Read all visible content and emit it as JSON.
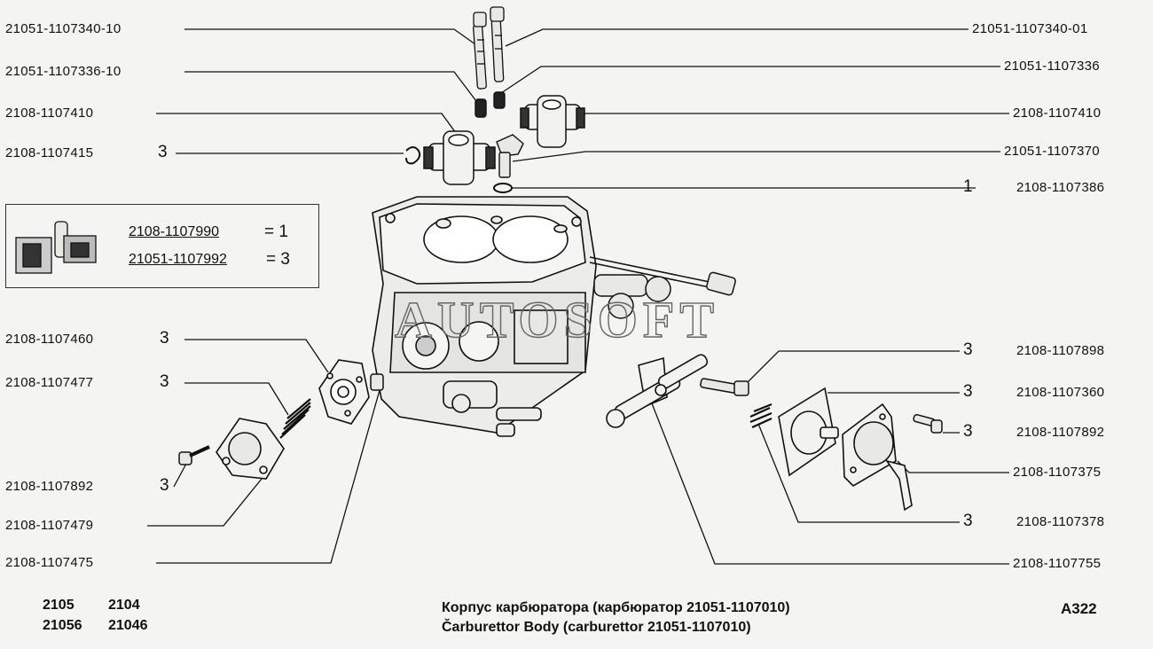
{
  "labels_left": [
    {
      "id": "l1",
      "code": "21051-1107340-10",
      "qty": ""
    },
    {
      "id": "l2",
      "code": "21051-1107336-10",
      "qty": ""
    },
    {
      "id": "l3",
      "code": "2108-1107410",
      "qty": ""
    },
    {
      "id": "l4",
      "code": "2108-1107415",
      "qty": "3"
    },
    {
      "id": "l5",
      "code": "2108-1107460",
      "qty": "3"
    },
    {
      "id": "l6",
      "code": "2108-1107477",
      "qty": "3"
    },
    {
      "id": "l7",
      "code": "2108-1107892",
      "qty": "3"
    },
    {
      "id": "l8",
      "code": "2108-1107479",
      "qty": ""
    },
    {
      "id": "l9",
      "code": "2108-1107475",
      "qty": ""
    }
  ],
  "labels_right": [
    {
      "id": "r1",
      "code": "21051-1107340-01",
      "qty": ""
    },
    {
      "id": "r2",
      "code": "21051-1107336",
      "qty": ""
    },
    {
      "id": "r3",
      "code": "2108-1107410",
      "qty": ""
    },
    {
      "id": "r4",
      "code": "21051-1107370",
      "qty": ""
    },
    {
      "id": "r5",
      "code": "2108-1107386",
      "qty": "1"
    },
    {
      "id": "r6",
      "code": "2108-1107898",
      "qty": "3"
    },
    {
      "id": "r7",
      "code": "2108-1107360",
      "qty": "3"
    },
    {
      "id": "r8",
      "code": "2108-1107892",
      "qty": "3"
    },
    {
      "id": "r9",
      "code": "2108-1107375",
      "qty": ""
    },
    {
      "id": "r10",
      "code": "2108-1107378",
      "qty": "3"
    },
    {
      "id": "r11",
      "code": "2108-1107755",
      "qty": ""
    }
  ],
  "legend": {
    "kit1_code": "2108-1107990",
    "kit1_eq": "= 1",
    "kit2_code": "21051-1107992",
    "kit2_eq": "= 3"
  },
  "watermark": "AUTOSOFT",
  "footer": {
    "models_row1_a": "2105",
    "models_row1_b": "2104",
    "models_row2_a": "21056",
    "models_row2_b": "21046",
    "title_ru": "Корпус карбюратора (карбюратор 21051-1107010)",
    "title_en": "Čarburettor Body (carburettor 21051-1107010)",
    "sheet": "A322"
  }
}
